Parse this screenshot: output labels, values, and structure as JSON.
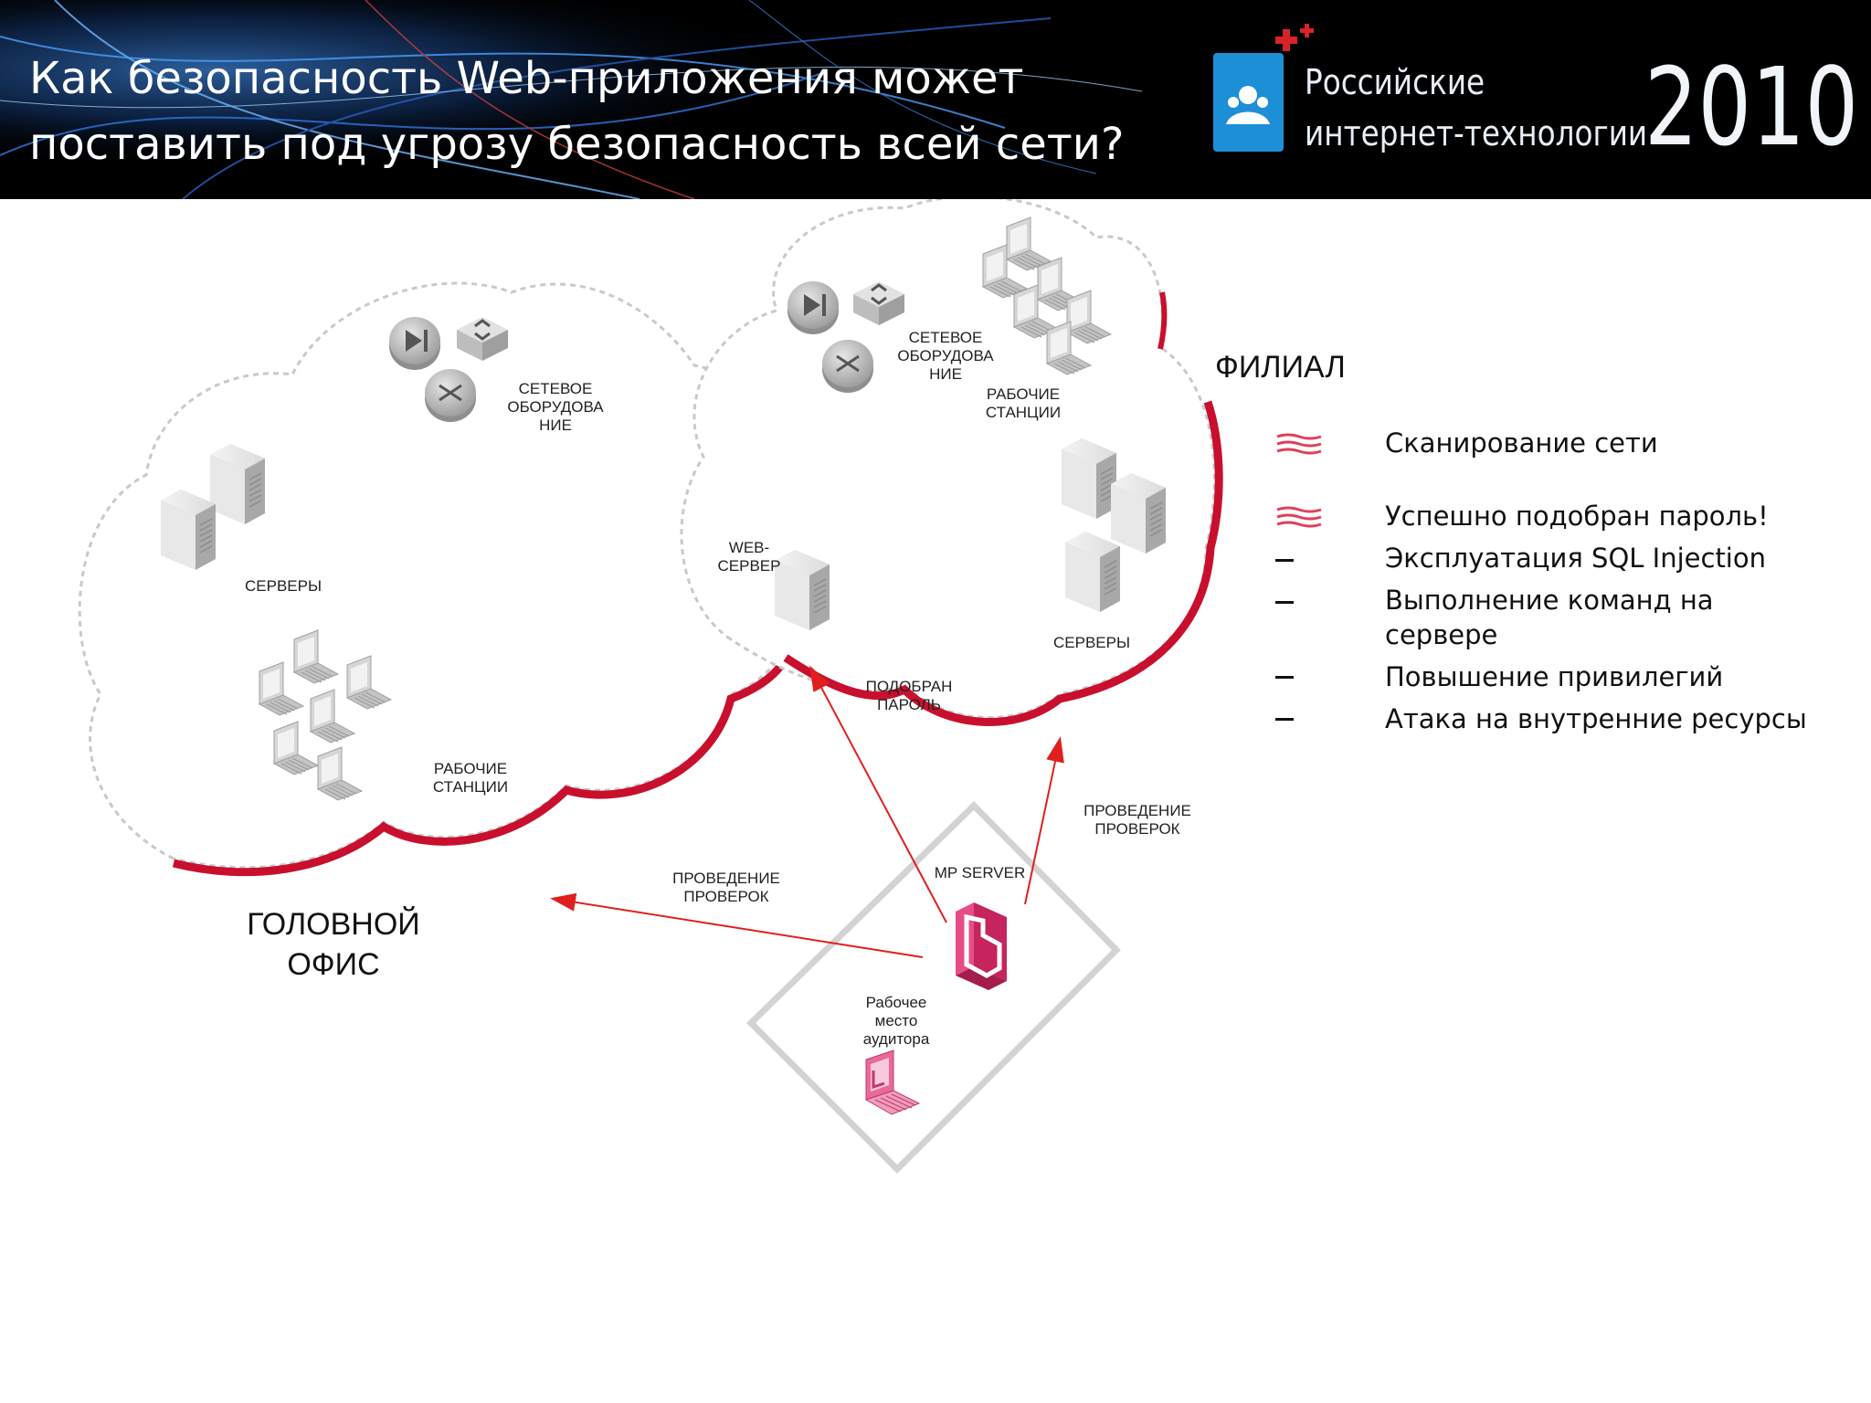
{
  "header": {
    "title_line1": "Как безопасность Web-приложения может",
    "title_line2": "поставить под угрозу безопасность всей сети?",
    "brand_line1": "Российские",
    "brand_line2": "интернет-технологии",
    "year": "2010"
  },
  "diagram": {
    "head_office": {
      "title": "ГОЛОВНОЙ\nОФИС",
      "network_label": "СЕТЕВОЕ\nОБОРУДОВА\nНИЕ",
      "servers_label": "СЕРВЕРЫ",
      "workstations_label": "РАБОЧИЕ\nСТАНЦИИ"
    },
    "branch": {
      "title": "ФИЛИАЛ",
      "network_label": "СЕТЕВОЕ\nОБОРУДОВА\nНИЕ",
      "workstations_label": "РАБОЧИЕ\nСТАНЦИИ",
      "web_server_label": "WEB-\nСЕРВЕР",
      "servers_label": "СЕРВЕРЫ"
    },
    "arrows": {
      "password_label": "ПОДОБРАН\nПАРОЛЬ",
      "checks_left_label": "ПРОВЕДЕНИЕ\nПРОВЕРОК",
      "checks_right_label": "ПРОВЕДЕНИЕ\nПРОВЕРОК"
    },
    "auditor": {
      "server_label": "MP SERVER",
      "workstation_label": "Рабочее\nместо\nаудитора"
    }
  },
  "legend": {
    "items": [
      "Сканирование сети",
      "Успешно подобран пароль!",
      "Эксплуатация SQL Injection",
      "Выполнение команд на",
      "сервере",
      "Повышение привилегий",
      "Атака на внутренние ресурсы"
    ]
  },
  "colors": {
    "accent_red": "#c8102e",
    "arrow_red": "#e0201e",
    "logo_blue": "#1d8fd6",
    "auditor_pink": "#d62e6a"
  }
}
